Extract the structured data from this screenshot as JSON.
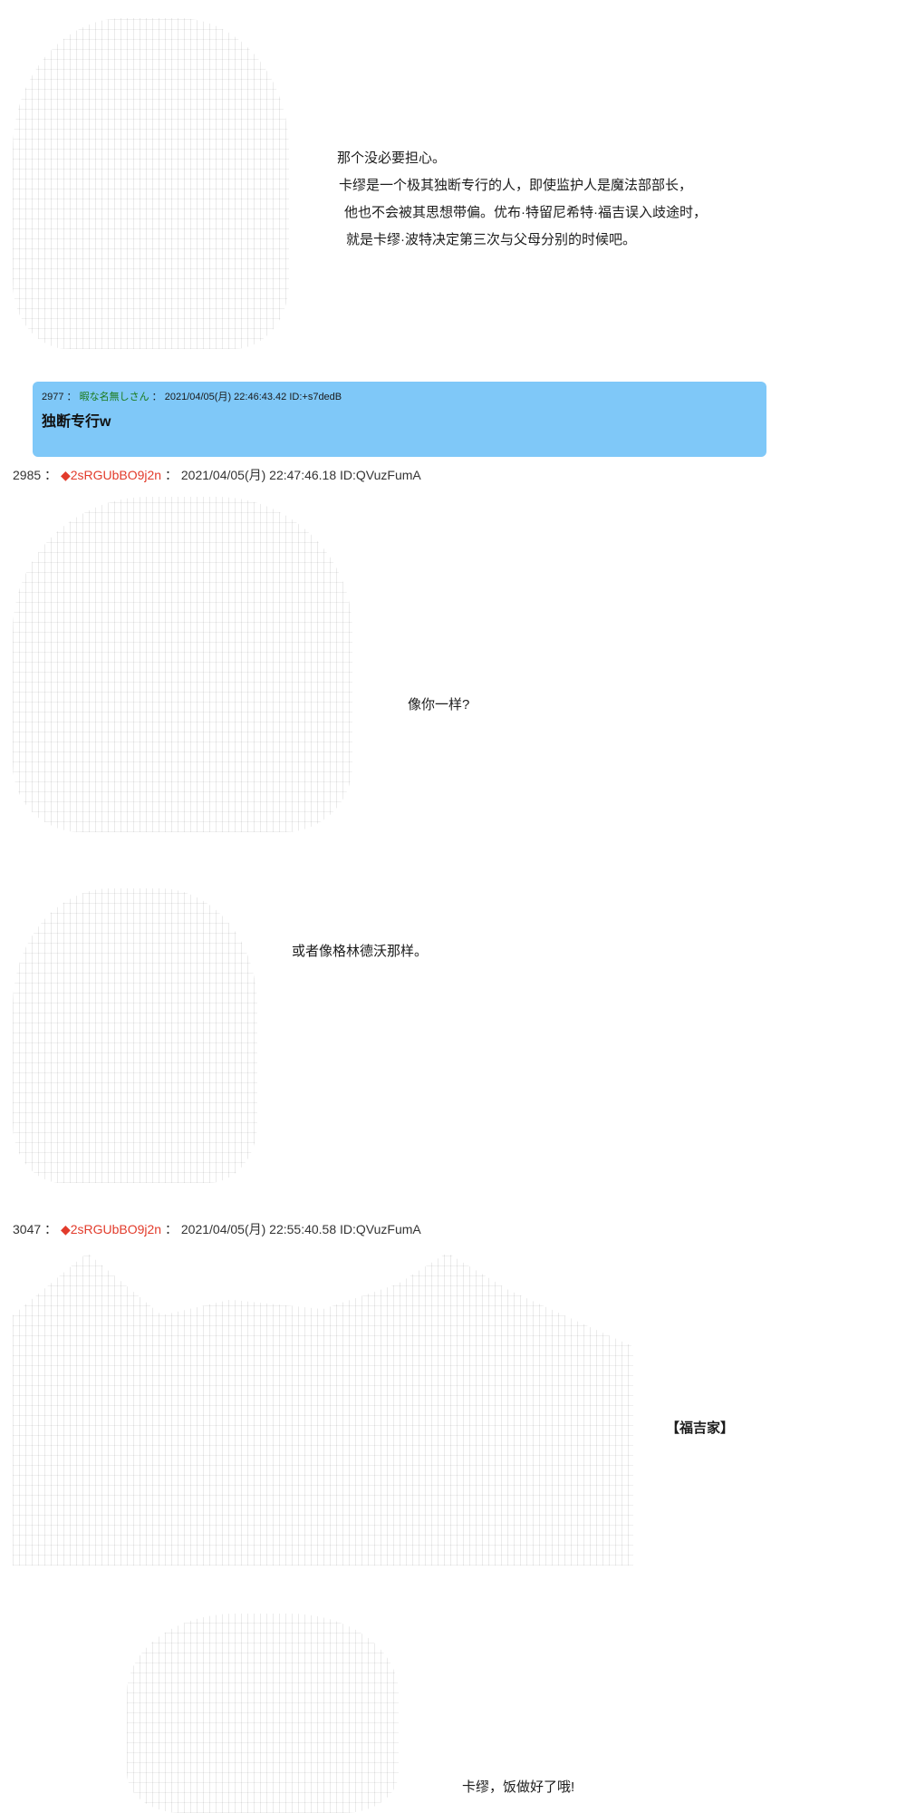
{
  "post1": {
    "dialog": [
      "那个没必要担心。",
      "卡缪是一个极其独断专行的人，即使监护人是魔法部部长，",
      "他也不会被其思想带偏。优布·特留尼希特·福吉误入歧途时，",
      "就是卡缪·波特决定第三次与父母分别的时候吧。"
    ]
  },
  "reply_2977": {
    "number": "2977",
    "name": "暇な名無しさん",
    "datetime": "2021/04/05(月) 22:46:43.42",
    "id": "ID:+s7dedB",
    "body": "独断专行w"
  },
  "post_2985": {
    "number": "2985",
    "diamond": "◆",
    "trip": "2sRGUbBO9j2n",
    "datetime": "2021/04/05(月) 22:47:46.18",
    "id": "ID:QVuzFumA",
    "dialog1": "像你一样?",
    "dialog2": "或者像格林德沃那样。"
  },
  "post_3047": {
    "number": "3047",
    "diamond": "◆",
    "trip": "2sRGUbBO9j2n",
    "datetime": "2021/04/05(月) 22:55:40.58",
    "id": "ID:QVuzFumA",
    "caption": "【福吉家】",
    "dialog": "卡缪，饭做好了哦!"
  }
}
